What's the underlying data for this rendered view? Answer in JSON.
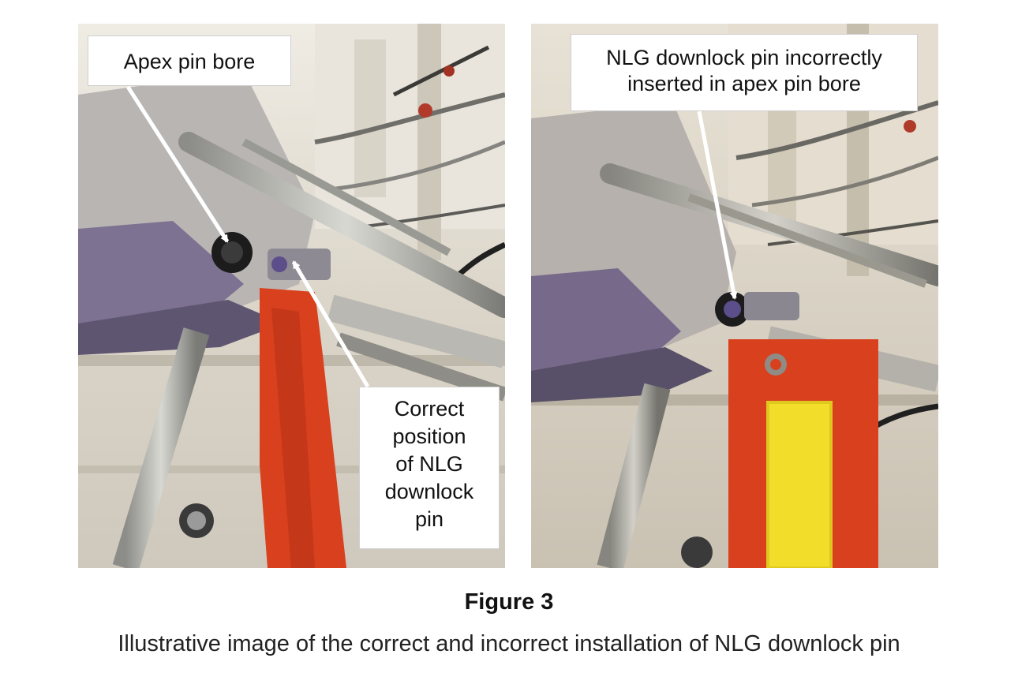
{
  "figure": {
    "label": "Figure 3",
    "caption": "Illustrative image of the correct and incorrect installation of NLG downlock pin"
  },
  "photos": [
    {
      "callouts": [
        {
          "text": "Apex pin bore"
        },
        {
          "text": "Correct\nposition\nof NLG\ndownlock\npin"
        }
      ]
    },
    {
      "callouts": [
        {
          "text": "NLG downlock pin incorrectly\ninserted in apex pin bore"
        }
      ]
    }
  ],
  "colors": {
    "tag_red": "#d8401e",
    "tag_yellow": "#f2de2a",
    "bay_wall": "#e7e2d8",
    "strut_gray": "#a9aaa6"
  }
}
